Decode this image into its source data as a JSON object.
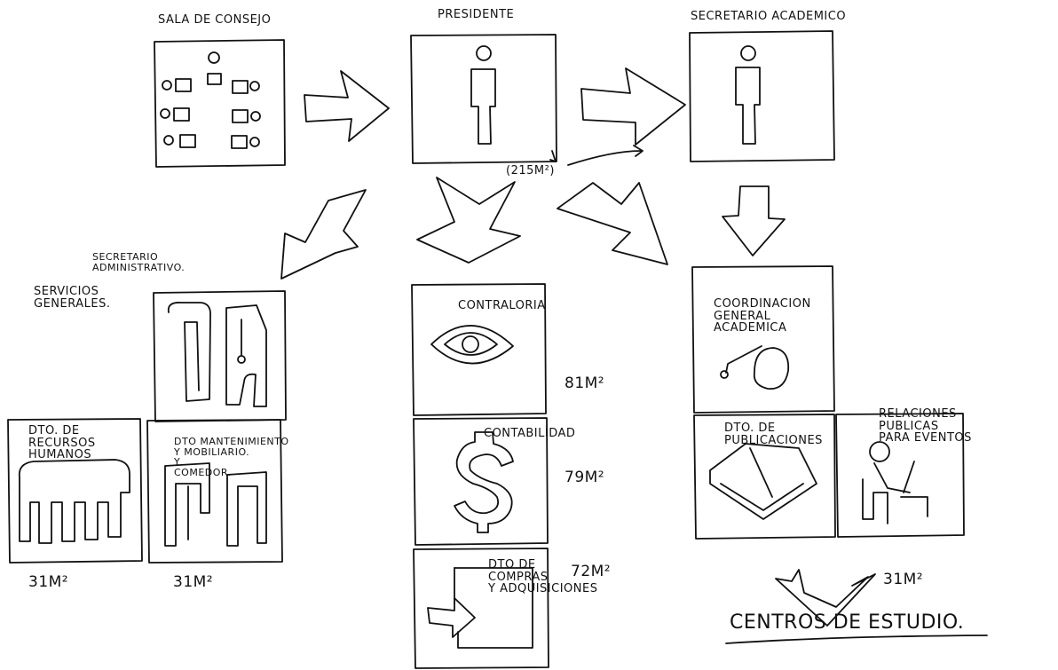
{
  "theme": {
    "ink": "#111111",
    "paper": "#ffffff"
  },
  "rooms": {
    "sala_consejo": {
      "title": "SALA DE CONSEJO"
    },
    "presidente": {
      "title": "PRESIDENTE",
      "area": "(215M²)"
    },
    "secretario_academico": {
      "title": "SECRETARIO ACADEMICO"
    },
    "secretario_administrativo": {
      "title": "SECRETARIO\nADMINISTRATIVO."
    },
    "servicios_generales": {
      "title": "SERVICIOS\nGENERALES."
    },
    "contraloria": {
      "title": "CONTRALORIA",
      "area": "81M²"
    },
    "contabilidad": {
      "title": "CONTABILIDAD",
      "area": "79M²"
    },
    "compras": {
      "title": "DTO DE\nCOMPRAS\nY ADQUISICIONES",
      "area": "72M²"
    },
    "coordinacion": {
      "title": "COORDINACION\nGENERAL\nACADEMICA"
    },
    "recursos_humanos": {
      "title": "DTO. DE\nRECURSOS\nHUMANOS",
      "area": "31M²"
    },
    "mantenimiento": {
      "title": "DTO MANTENIMIENTO\nY MOBILIARIO.\nY\nCOMEDOR.",
      "area": "31M²"
    },
    "publicaciones": {
      "title": "DTO. DE\nPUBLICACIONES"
    },
    "relaciones_publicas": {
      "title": "RELACIONES\nPUBLICAS\nPARA EVENTOS",
      "area": "31M²"
    },
    "centros_estudio": {
      "title": "CENTROS DE ESTUDIO."
    }
  },
  "icons": [
    "council-table-icon",
    "person-icon",
    "pen-nib-icon",
    "paper-clip-icon",
    "eye-icon",
    "dollar-icon",
    "box-arrow-icon",
    "group-people-icon",
    "chair-icon",
    "book-icon",
    "writer-icon",
    "globe-pen-icon"
  ]
}
